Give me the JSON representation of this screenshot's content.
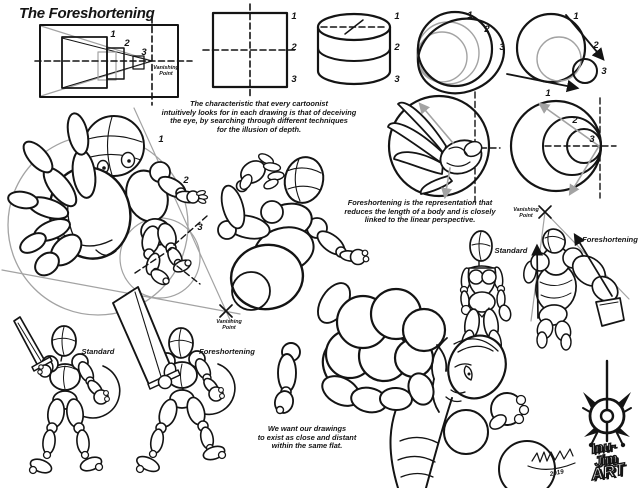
{
  "page": {
    "title": "The Foreshortening",
    "background": "#ffffff",
    "ink": "#141414",
    "guide": "#a3a3a3"
  },
  "labels": {
    "vanishing_point": "Vanishing Point",
    "standard": "Standard",
    "foreshortening": "Foreshortening"
  },
  "steps": {
    "one": "1",
    "two": "2",
    "three": "3"
  },
  "paragraphs": {
    "intro": {
      "line1": "The characteristic that every cartoonist",
      "line2": "intuitively looks for in each drawing is that of deceiving",
      "line3": "the eye, by searching through different techniques",
      "line4": "for the illusion of depth."
    },
    "definition": {
      "line1": "Foreshortening is the representation that",
      "line2": "reduces the length of a body and is closely",
      "line3": "linked to the linear perspective."
    },
    "goal": {
      "line1": "We want our drawings",
      "line2": "to exist as close and distant",
      "line3": "within the same flat."
    }
  },
  "signature": {
    "year": "2019"
  },
  "logo": {
    "line1": "Inu-Jim",
    "line2": "ART"
  }
}
